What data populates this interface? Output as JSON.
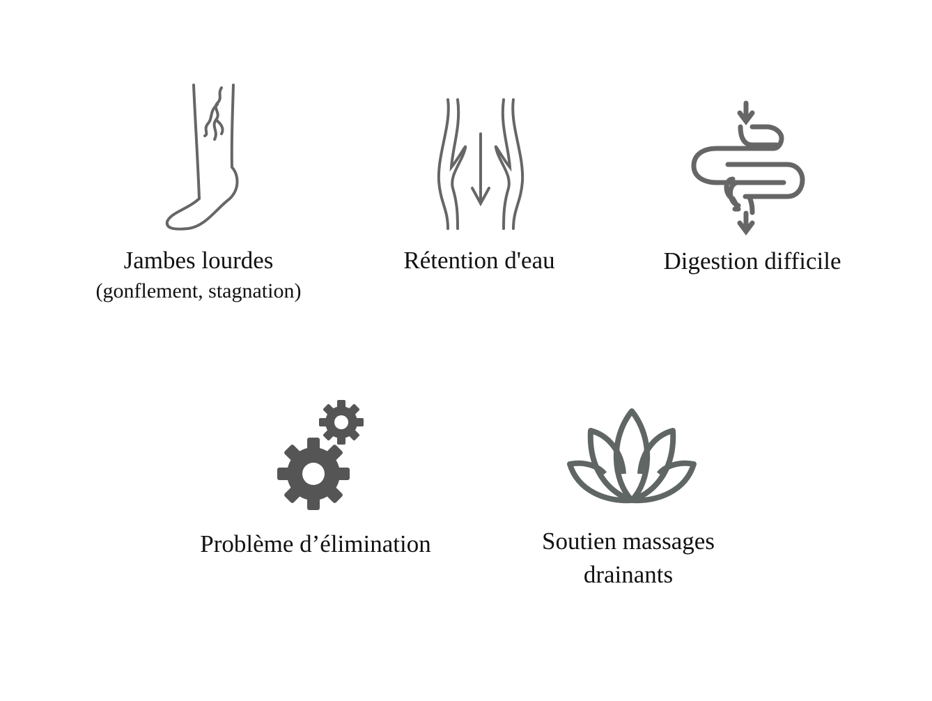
{
  "items": [
    {
      "title": "Jambes lourdes",
      "subtitle": "(gonflement, stagnation)",
      "icon": "leg-veins-icon"
    },
    {
      "title": "Rétention d'eau",
      "icon": "water-retention-icon"
    },
    {
      "title": "Digestion difficile",
      "icon": "intestine-icon"
    },
    {
      "title": "Problème d’élimination",
      "icon": "gears-icon"
    },
    {
      "title_line1": "Soutien massages",
      "title_line2": "drainants",
      "icon": "lotus-icon"
    }
  ],
  "colors": {
    "icon_gray": "#666666",
    "gear_gray": "#555555",
    "lotus_gray": "#5f6663"
  }
}
